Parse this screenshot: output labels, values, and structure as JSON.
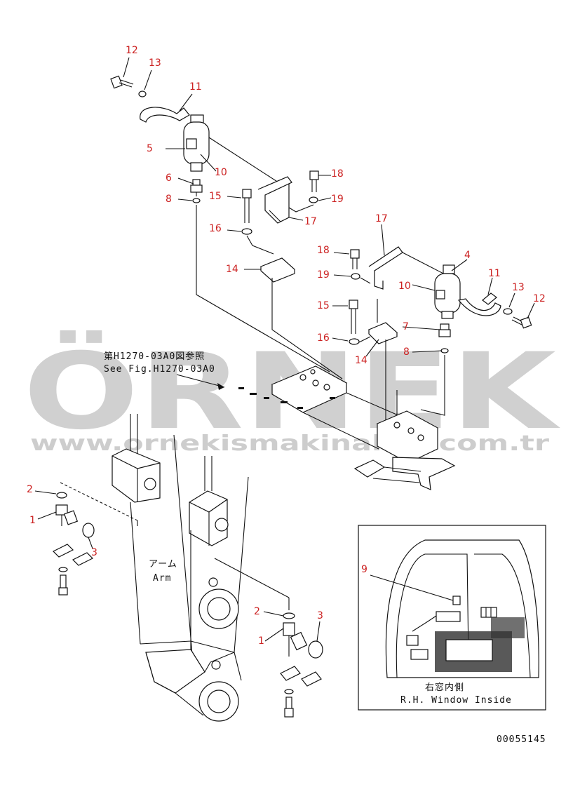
{
  "watermark": {
    "brand": "ÖRNEK",
    "url": "www.ornekismakinalari.com.tr",
    "color": "#c4c4c4",
    "accent": "#f2d98a"
  },
  "references": {
    "see_fig_jp": "第H1270-03A0図参照",
    "see_fig_en": "See Fig.H1270-03A0",
    "arm_jp": "アーム",
    "arm_en": "Arm",
    "inset_jp": "右窓内側",
    "inset_en": "R.H. Window Inside",
    "drawing_number": "00055145"
  },
  "callouts": [
    {
      "id": "c12a",
      "label": "12"
    },
    {
      "id": "c13a",
      "label": "13"
    },
    {
      "id": "c11a",
      "label": "11"
    },
    {
      "id": "c5",
      "label": "5"
    },
    {
      "id": "c10a",
      "label": "10"
    },
    {
      "id": "c6",
      "label": "6"
    },
    {
      "id": "c8a",
      "label": "8"
    },
    {
      "id": "c18a",
      "label": "18"
    },
    {
      "id": "c19a",
      "label": "19"
    },
    {
      "id": "c15a",
      "label": "15"
    },
    {
      "id": "c17a",
      "label": "17"
    },
    {
      "id": "c16a",
      "label": "16"
    },
    {
      "id": "c14a",
      "label": "14"
    },
    {
      "id": "c17b",
      "label": "17"
    },
    {
      "id": "c18b",
      "label": "18"
    },
    {
      "id": "c4",
      "label": "4"
    },
    {
      "id": "c19b",
      "label": "19"
    },
    {
      "id": "c10b",
      "label": "10"
    },
    {
      "id": "c11b",
      "label": "11"
    },
    {
      "id": "c13b",
      "label": "13"
    },
    {
      "id": "c12b",
      "label": "12"
    },
    {
      "id": "c15b",
      "label": "15"
    },
    {
      "id": "c7",
      "label": "7"
    },
    {
      "id": "c16b",
      "label": "16"
    },
    {
      "id": "c8b",
      "label": "8"
    },
    {
      "id": "c14b",
      "label": "14"
    },
    {
      "id": "c2a",
      "label": "2"
    },
    {
      "id": "c1a",
      "label": "1"
    },
    {
      "id": "c3a",
      "label": "3"
    },
    {
      "id": "c9",
      "label": "9"
    },
    {
      "id": "c2b",
      "label": "2"
    },
    {
      "id": "c3b",
      "label": "3"
    },
    {
      "id": "c1b",
      "label": "1"
    }
  ]
}
